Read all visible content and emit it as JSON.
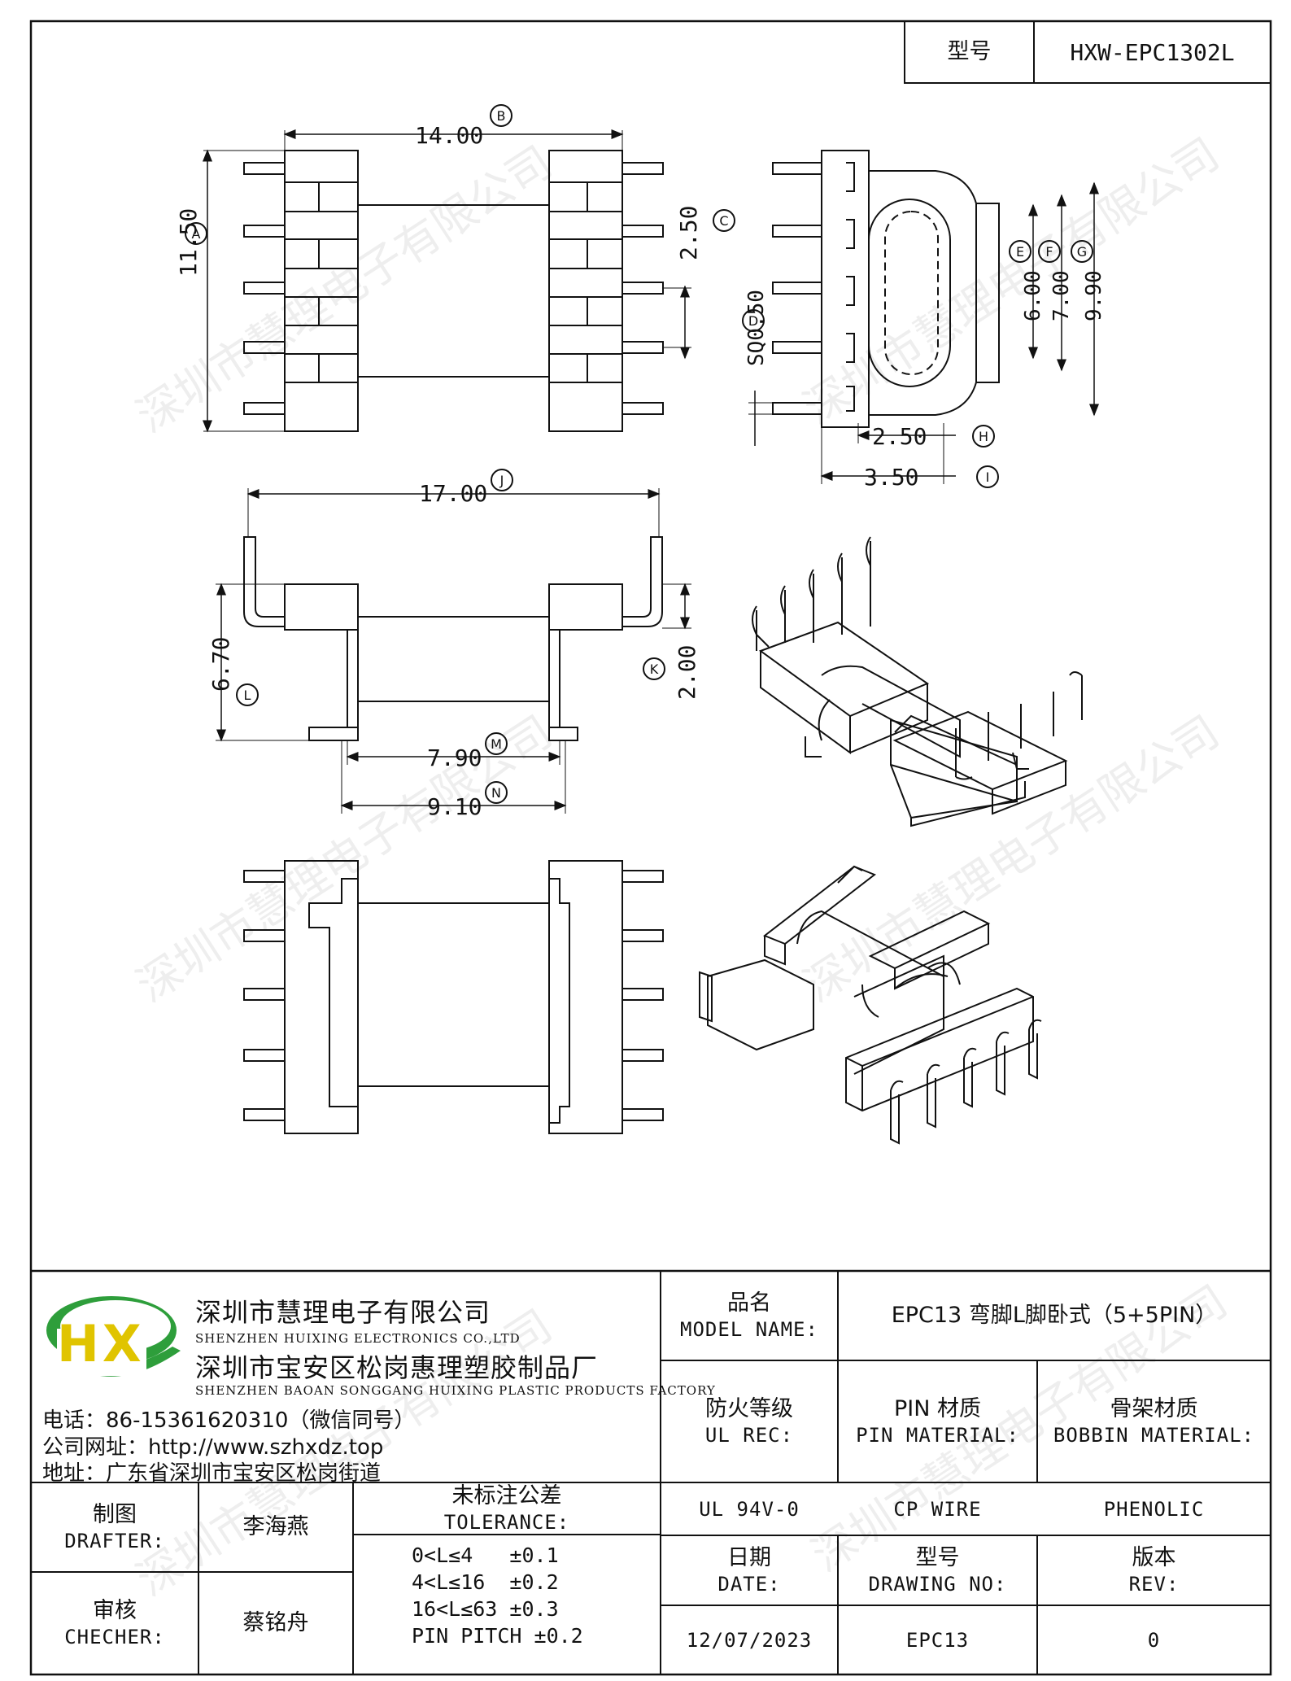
{
  "header": {
    "model_label": "型号",
    "model_value": "HXW-EPC1302L"
  },
  "dimensions": {
    "A": "11.50",
    "B": "14.00",
    "C": "2.50",
    "D": "SQ0.50",
    "E": "6.00",
    "F": "7.00",
    "G": "9.90",
    "H": "2.50",
    "I": "3.50",
    "J": "17.00",
    "K": "2.00",
    "L": "6.70",
    "M": "7.90",
    "N": "9.10"
  },
  "callouts": {
    "A": "A",
    "B": "B",
    "C": "C",
    "D": "D",
    "E": "E",
    "F": "F",
    "G": "G",
    "H": "H",
    "I": "I",
    "J": "J",
    "K": "K",
    "L": "L",
    "M": "M",
    "N": "N"
  },
  "watermark": "深圳市慧理电子有限公司",
  "company": {
    "logo_text": "HX",
    "name_cn_1": "深圳市慧理电子有限公司",
    "name_en_1": "SHENZHEN HUIXING ELECTRONICS CO.,LTD",
    "name_cn_2": "深圳市宝安区松岗惠理塑胶制品厂",
    "name_en_2": "SHENZHEN BAOAN SONGGANG HUIXING PLASTIC PRODUCTS FACTORY",
    "phone": "电话：86-15361620310（微信同号）",
    "website": "公司网址：http://www.szhxdz.top",
    "address": "地址：广东省深圳市宝安区松岗街道"
  },
  "title_block": {
    "model_name_cn": "品名",
    "model_name_en": "MODEL NAME:",
    "model_name_value": "EPC13 弯脚L脚卧式（5+5PIN）",
    "ul_rec_cn": "防火等级",
    "ul_rec_en": "UL REC:",
    "pin_material_cn": "PIN 材质",
    "pin_material_en": "PIN MATERIAL:",
    "bobbin_material_cn": "骨架材质",
    "bobbin_material_en": "BOBBIN MATERIAL:",
    "ul_rec_value": "UL 94V-0",
    "pin_material_value": "CP WIRE",
    "bobbin_material_value": "PHENOLIC",
    "drafter_cn": "制图",
    "drafter_en": "DRAFTER:",
    "drafter_name": "李海燕",
    "checker_cn": "审核",
    "checker_en": "CHECHER:",
    "checker_name": "蔡铭舟",
    "tolerance_cn": "未标注公差",
    "tolerance_en": "TOLERANCE:",
    "tolerance_lines": [
      "0<L≤4   ±0.1",
      "4<L≤16  ±0.2",
      "16<L≤63 ±0.3",
      "PIN PITCH ±0.2"
    ],
    "date_cn": "日期",
    "date_en": "DATE:",
    "drawing_no_cn": "型号",
    "drawing_no_en": "DRAWING NO:",
    "rev_cn": "版本",
    "rev_en": "REV:",
    "date_value": "12/07/2023",
    "drawing_no_value": "EPC13",
    "rev_value": "0"
  }
}
